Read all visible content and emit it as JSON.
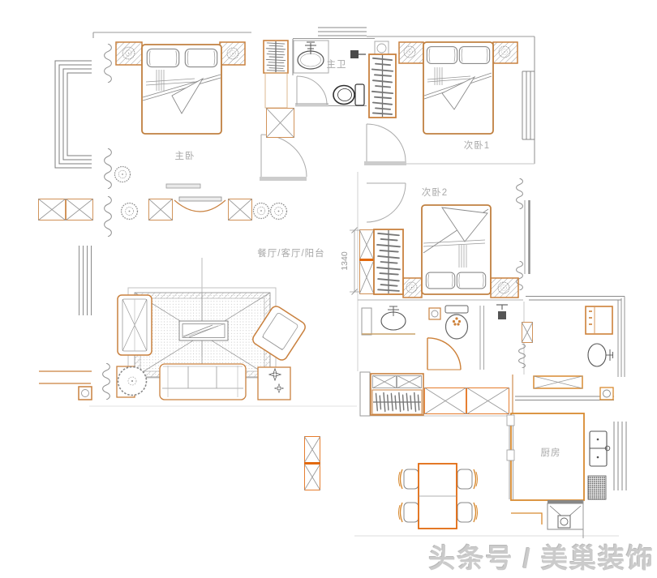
{
  "plan": {
    "rooms": {
      "master_bedroom": "主卧",
      "master_bath": "主卫",
      "bedroom_2": "次卧1",
      "bedroom_3": "次卧2",
      "living_dining": "餐厅/客厅/阳台",
      "kitchen": "厨房"
    },
    "dimension_text": "1340",
    "colors": {
      "furniture_orange": "#c9813f",
      "strong_orange": "#e2690e",
      "wall_gray": "#8f8f8f",
      "light_gray": "#bbbbbb",
      "label_gray": "#a8a8a8",
      "dark_fixture": "#3f3f3f",
      "watermark_gray": "#cbcbcb"
    }
  },
  "watermark": {
    "text": "头条号 / 美巢装饰"
  }
}
